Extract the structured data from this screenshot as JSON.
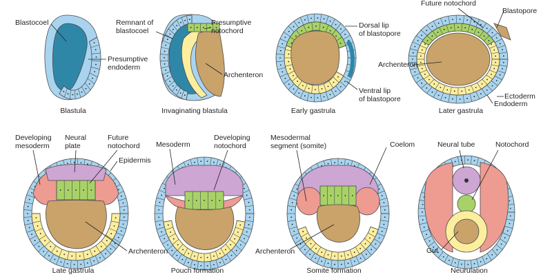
{
  "colors": {
    "ectoderm_blue": "#a9d4ef",
    "blastocoel_teal": "#2f87a8",
    "endoderm_yellow": "#fbee9e",
    "mesoderm_red": "#ee9b92",
    "notochord_green": "#a8d267",
    "neural_purple": "#cda6d3",
    "archenteron_tan": "#c9a36a",
    "cell_outline": "#4a4a4a",
    "leader_line": "#231f20"
  },
  "panels": [
    {
      "caption": "Blastula",
      "labels": {
        "blastocoel": "Blastocoel",
        "presumptive_endoderm": "Presumptive\nendoderm"
      }
    },
    {
      "caption": "Invaginating blastula",
      "labels": {
        "remnant": "Remnant of\nblastocoel",
        "presumptive_notochord": "Presumptive\nnotochord",
        "archenteron": "Archenteron"
      }
    },
    {
      "caption": "Early gastrula",
      "labels": {
        "dorsal_lip": "Dorsal lip\nof blastopore",
        "ventral_lip": "Ventral lip\nof blastopore"
      }
    },
    {
      "caption": "Later gastrula",
      "labels": {
        "future_notochord": "Future notochord",
        "blastopore": "Blastopore",
        "archenteron": "Archenteron",
        "ectoderm": "Ectoderm",
        "endoderm": "Endoderm"
      }
    },
    {
      "caption": "Late gastrula",
      "labels": {
        "developing_mesoderm": "Developing\nmesoderm",
        "neural_plate": "Neural\nplate",
        "future_notochord": "Future\nnotochord",
        "epidermis": "Epidermis"
      }
    },
    {
      "caption": "Pouch formation",
      "labels": {
        "mesoderm": "Mesoderm",
        "developing_notochord": "Developing\nnotochord",
        "archenteron": "Archenteron"
      }
    },
    {
      "caption": "Somite formation",
      "labels": {
        "mesodermal_segment": "Mesodermal\nsegment (somite)",
        "coelom": "Coelom",
        "archenteron": "Archenteron"
      }
    },
    {
      "caption": "Neurulation",
      "labels": {
        "neural_tube": "Neural tube",
        "notochord": "Notochord",
        "gut": "Gut"
      }
    }
  ]
}
